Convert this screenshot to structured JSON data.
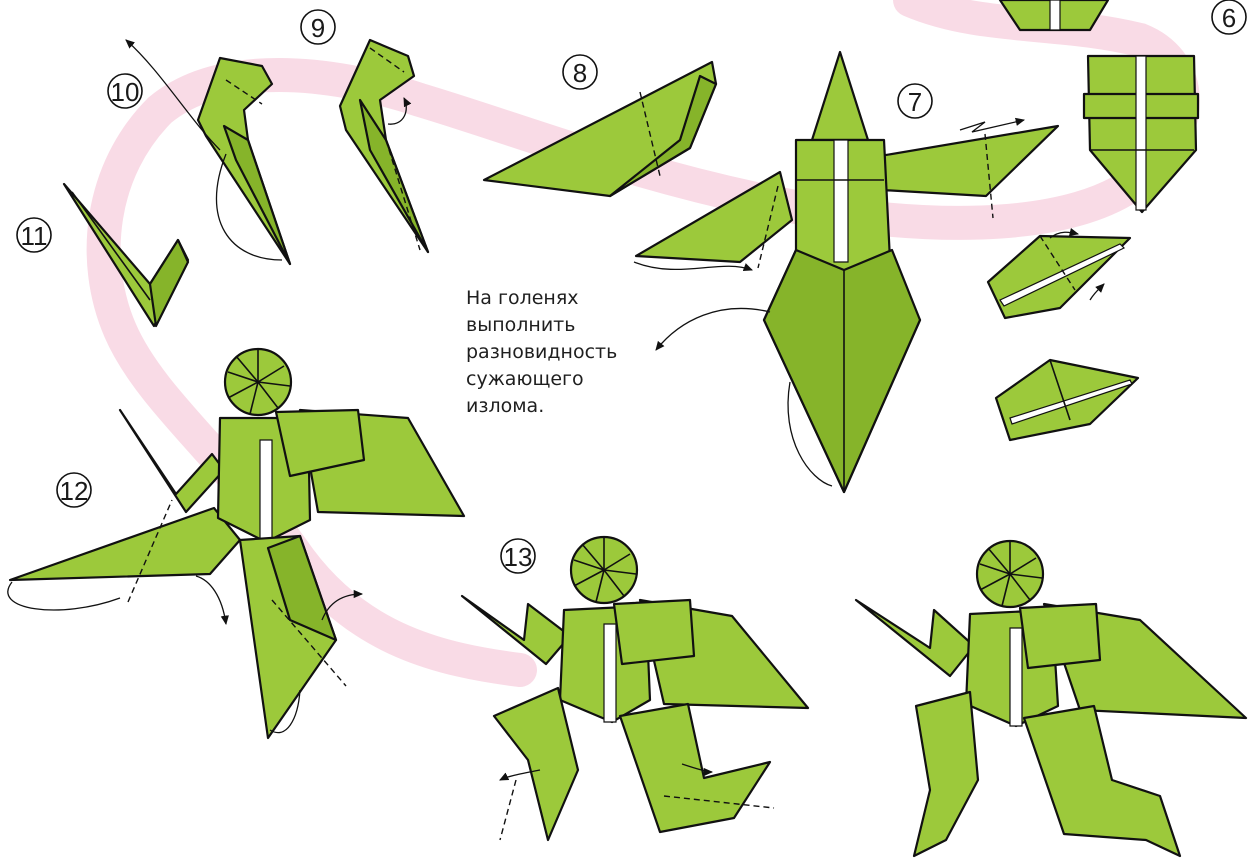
{
  "instruction": {
    "lines": [
      "На голенях",
      "выполнить",
      "разновидность",
      "сужающего",
      "излома."
    ]
  },
  "steps": [
    {
      "number": "6"
    },
    {
      "number": "7"
    },
    {
      "number": "8"
    },
    {
      "number": "9"
    },
    {
      "number": "10"
    },
    {
      "number": "11"
    },
    {
      "number": "12"
    },
    {
      "number": "13"
    }
  ],
  "colors": {
    "paper": "#9cc93b",
    "paper_dark": "#86b42a",
    "path_ribbon": "#f9dbe6",
    "outline": "#111111"
  }
}
